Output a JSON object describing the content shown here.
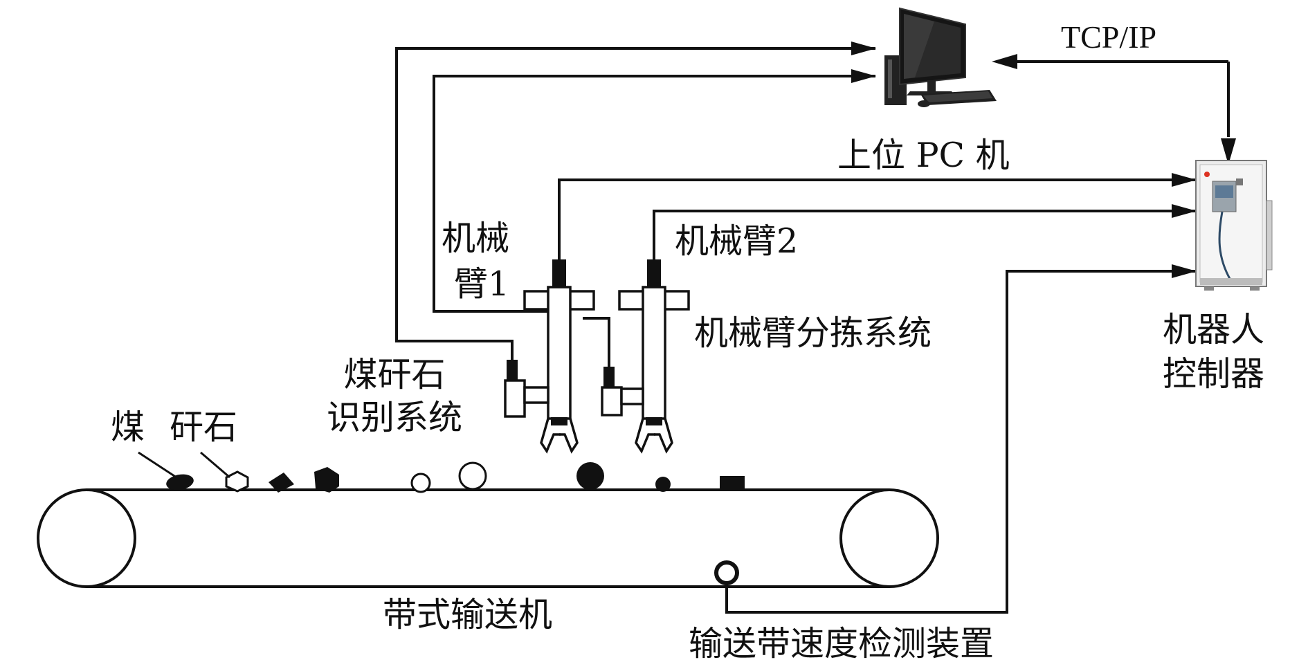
{
  "labels": {
    "tcp_ip": "TCP/IP",
    "upper_pc": "上位 PC 机",
    "arm1": "机械\n臂1",
    "arm2": "机械臂2",
    "arm_sorting_system": "机械臂分拣系统",
    "robot_controller": "机器人\n控制器",
    "gangue_recognition_system": "煤矸石\n识别系统",
    "coal": "煤",
    "gangue": "矸石",
    "belt_conveyor": "带式输送机",
    "belt_speed_detector": "输送带速度检测装置"
  },
  "icons": {
    "computer": "desktop-computer-icon",
    "controller_cabinet": "control-cabinet-icon"
  },
  "colors": {
    "line": "#111111",
    "background": "#ffffff"
  }
}
